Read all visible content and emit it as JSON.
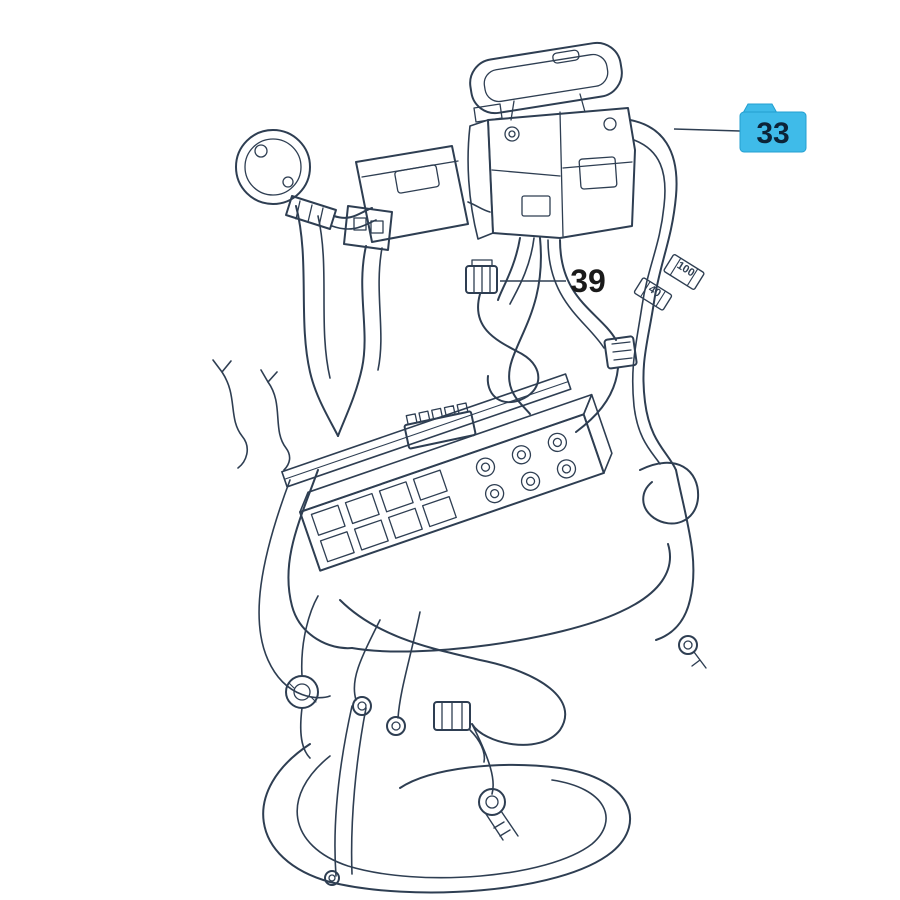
{
  "figure": {
    "background_color": "#ffffff",
    "line_color": "#2e3e52"
  },
  "callouts": {
    "c33": {
      "label": "33",
      "highlight_color": "#3fbbe9",
      "text_color": "#0c2438"
    },
    "c39": {
      "label": "39",
      "text_color": "#1a1a1a"
    },
    "tag40": {
      "label": "40"
    },
    "tag100": {
      "label": "100"
    }
  }
}
